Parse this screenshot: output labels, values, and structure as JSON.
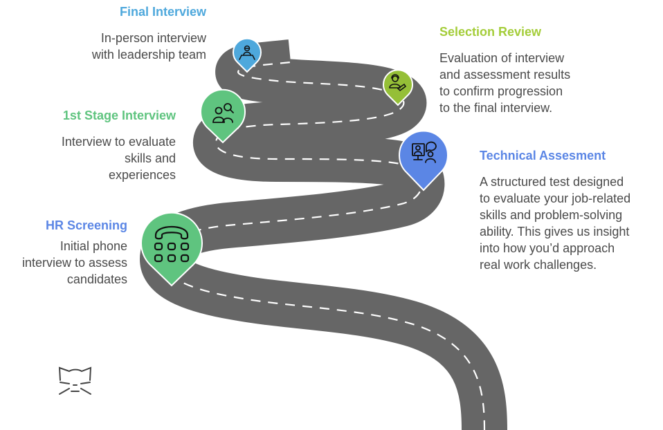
{
  "diagram": {
    "type": "winding-road-roadmap",
    "road_color": "#666666",
    "lane_marking_color": "#ffffff",
    "stages": [
      {
        "order": 1,
        "id": "hr-screening",
        "title": "HR Screening",
        "title_color": "#5b86e5",
        "description_lines": [
          "Initial phone",
          "interview to assess",
          "candidates"
        ],
        "marker_color": "#5fc47f",
        "icon": "phone-keypad-icon"
      },
      {
        "order": 2,
        "id": "technical-assessment",
        "title": "Technical Assesment",
        "title_color": "#5b86e5",
        "description_lines": [
          "A structured test designed",
          "to evaluate your job-related",
          "skills and problem-solving",
          "ability. This gives us insight",
          "into how you’d approach",
          "real work challenges."
        ],
        "marker_color": "#5b86e5",
        "icon": "video-call-icon"
      },
      {
        "order": 3,
        "id": "first-stage-interview",
        "title": "1st Stage Interview",
        "title_color": "#5fc47f",
        "description_lines": [
          "Interview to evaluate",
          "skills and",
          "experiences"
        ],
        "marker_color": "#5fc47f",
        "icon": "two-people-search-icon"
      },
      {
        "order": 4,
        "id": "selection-review",
        "title": "Selection Review",
        "title_color": "#a4cd39",
        "description_lines": [
          "Evaluation of interview",
          "and assessment results",
          "to confirm progression",
          "to the final interview."
        ],
        "marker_color": "#95bf37",
        "icon": "person-handshake-icon"
      },
      {
        "order": 5,
        "id": "final-interview",
        "title": "Final Interview",
        "title_color": "#4ea8dc",
        "description_lines": [
          "In-person interview",
          "with leadership team"
        ],
        "marker_color": "#4ea8dc",
        "icon": "presenter-icon"
      }
    ],
    "logo": "cat-face-icon"
  }
}
